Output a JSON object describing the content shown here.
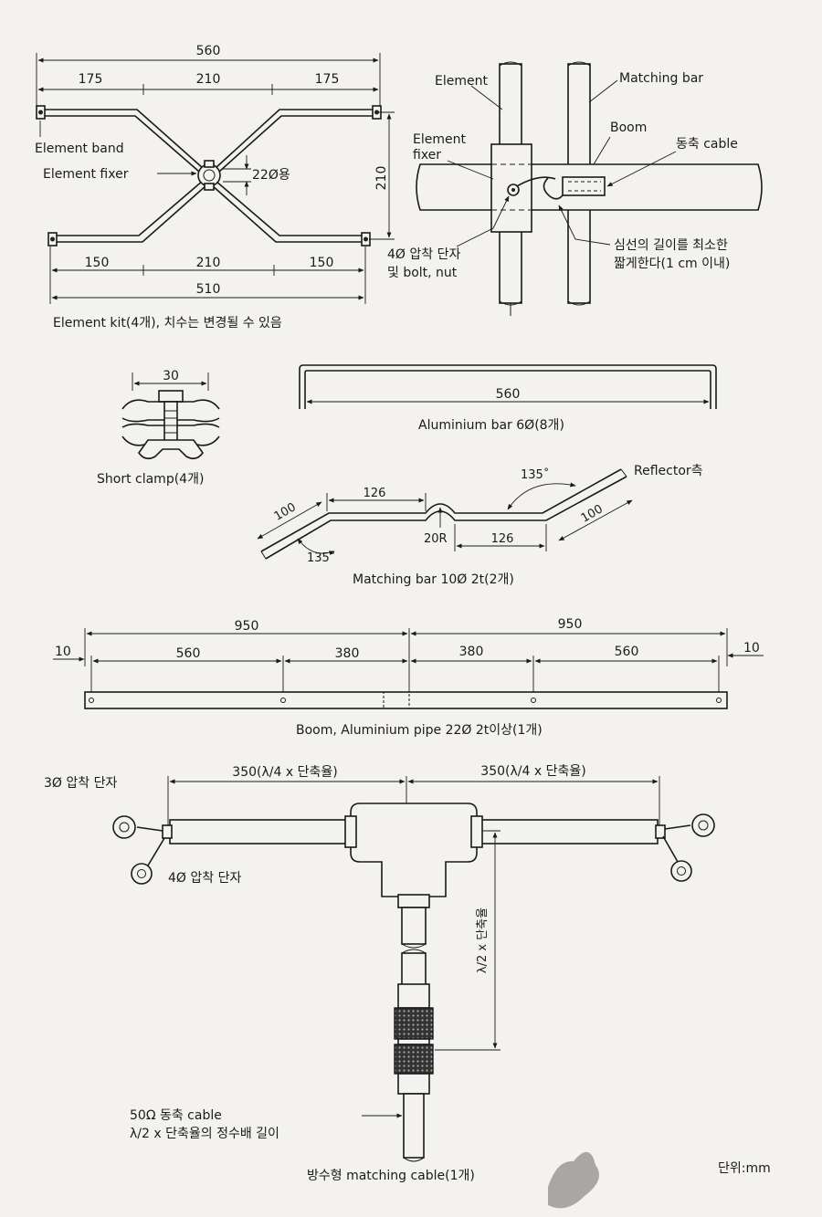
{
  "element_kit": {
    "dim_total_top": "560",
    "dim_left_top": "175",
    "dim_mid_top": "210",
    "dim_right_top": "175",
    "element_band_label": "Element band",
    "element_fixer_label": "Element fixer",
    "boom_dia": "22Ø용",
    "dim_height": "210",
    "dim_left_bottom": "150",
    "dim_mid_bottom": "210",
    "dim_right_bottom": "150",
    "dim_total_bottom": "510",
    "caption": "Element kit(4개), 치수는 변경될 수 있음"
  },
  "detail": {
    "element_label": "Element",
    "matching_bar_label": "Matching bar",
    "boom_label": "Boom",
    "element_fixer_label_1": "Element",
    "element_fixer_label_2": "fixer",
    "coax_label": "동축 cable",
    "terminal_label_1": "4Ø 압착 단자",
    "terminal_label_2": "및 bolt, nut",
    "note_1": "심선의 길이를 최소한",
    "note_2": "짧게한다(1 cm 이내)"
  },
  "short_clamp": {
    "dim": "30",
    "caption": "Short clamp(4개)"
  },
  "aluminium_bar": {
    "dim": "560",
    "caption": "Aluminium bar 6Ø(8개)"
  },
  "matching_bar": {
    "dim_left": "100",
    "dim_top": "126",
    "angle_right": "135˚",
    "reflector_label": "Reflector측",
    "dim_right": "100",
    "radius": "20R",
    "dim_bottom": "126",
    "angle_left": "135˚",
    "caption": "Matching bar 10Ø 2t(2개)"
  },
  "boom": {
    "dim_half_left": "950",
    "dim_half_right": "950",
    "dim_end_left": "10",
    "dim_end_right": "10",
    "seg_1": "560",
    "seg_2": "380",
    "seg_3": "380",
    "seg_4": "560",
    "caption": "Boom, Aluminium pipe 22Ø 2t이상(1개)"
  },
  "matching_cable": {
    "terminal_3": "3Ø 압착 단자",
    "dim_left": "350(λ/4 x 단축율)",
    "dim_right": "350(λ/4 x 단축율)",
    "terminal_4": "4Ø 압착 단자",
    "vertical_dim": "λ/2 x 단축율",
    "coax_1": "50Ω 동축 cable",
    "coax_2": "λ/2 x 단축율의 정수배 길이",
    "caption": "방수형 matching cable(1개)",
    "unit": "단위:mm"
  }
}
